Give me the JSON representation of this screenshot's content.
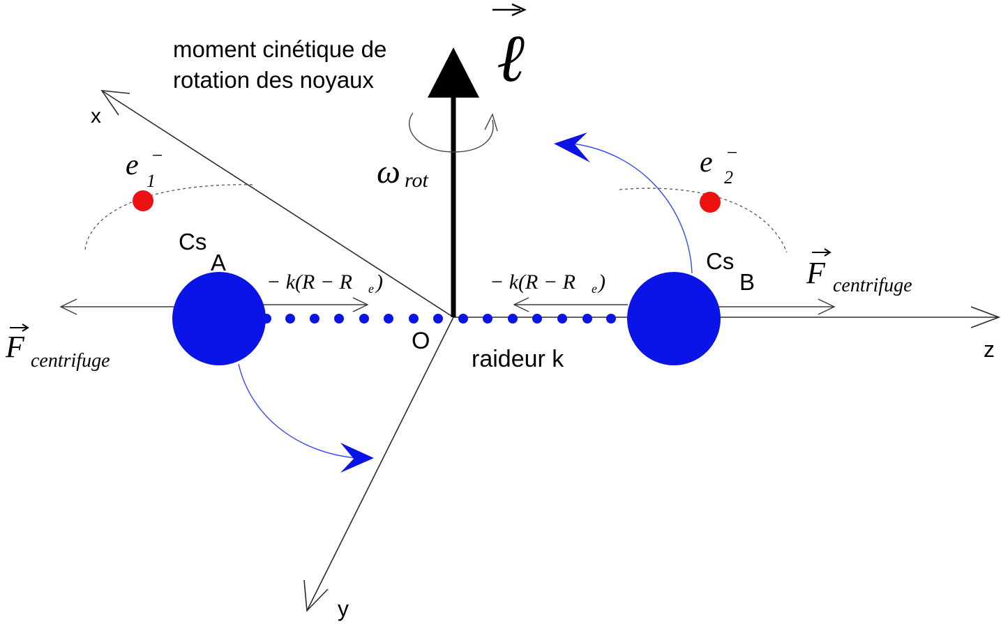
{
  "labels": {
    "moment_line1": "moment cinétique de",
    "moment_line2": "rotation des noyaux",
    "ell": "ℓ",
    "omega": "ω",
    "omega_sub": "rot",
    "x_axis": "x",
    "y_axis": "y",
    "z_axis": "z",
    "origin": "O",
    "raideur": "raideur k",
    "e1": "e",
    "e1_sup": "−",
    "e1_sub": "1",
    "e2": "e",
    "e2_sup": "−",
    "e2_sub": "2",
    "csA": "Cs",
    "csA_sub": "A",
    "csB": "Cs",
    "csB_sub": "B",
    "spring_force_left": "− k(R − R",
    "spring_force_left_sub": "e",
    "spring_force_left_end": ")",
    "spring_force_right": "− k(R − R",
    "spring_force_right_sub": "e",
    "spring_force_right_end": ")",
    "f_left": "F",
    "f_left_sub": "centrifuge",
    "f_right": "F",
    "f_right_sub": "centrifuge"
  },
  "colors": {
    "nucleus": "#0a14e6",
    "electron": "#ee1111",
    "spring_dots": "#0a14e6",
    "rotation_arrows": "#2233ff"
  }
}
